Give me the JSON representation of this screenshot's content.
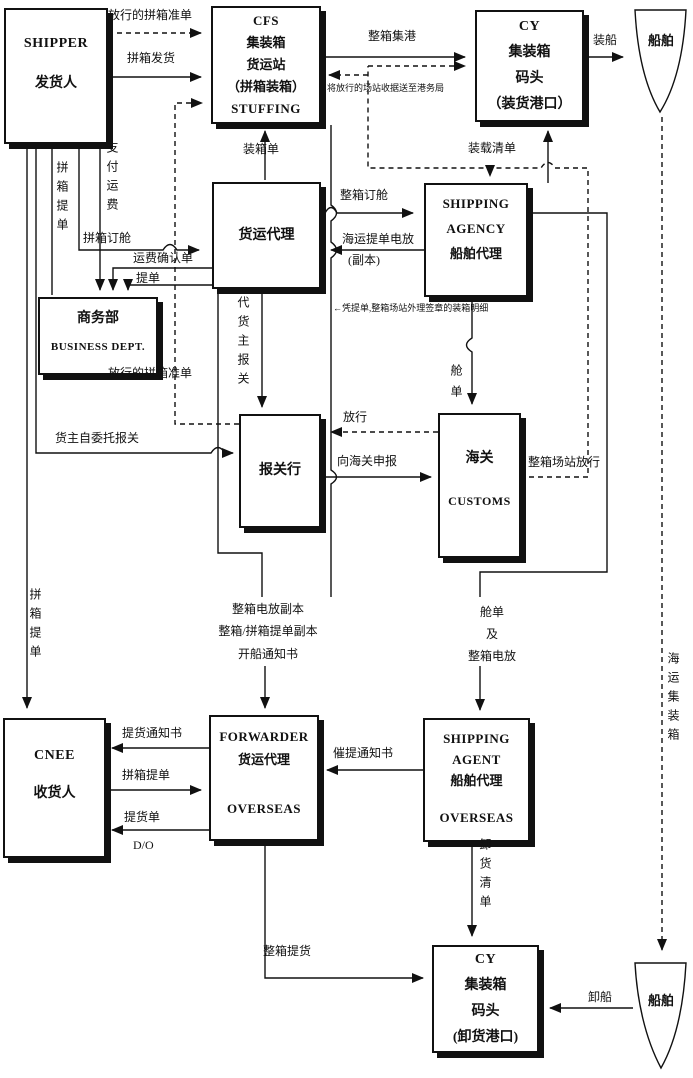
{
  "boxes": {
    "shipper": {
      "l1": "SHIPPER",
      "l2": "发货人"
    },
    "cfs": {
      "l1": "CFS",
      "l2": "集装箱",
      "l3": "货运站",
      "l4": "（拼箱装箱）",
      "l5": "STUFFING"
    },
    "cy_load": {
      "l1": "CY",
      "l2": "集装箱",
      "l3": "码头",
      "l4": "（装货港口）"
    },
    "ship_top": {
      "label": "船舶"
    },
    "freight_forwarder": {
      "l1": "货运代理"
    },
    "shipping_agency": {
      "l1": "SHIPPING",
      "l2": "AGENCY",
      "l3": "船舶代理"
    },
    "business_dept": {
      "l1": "商务部",
      "l2": "BUSINESS DEPT."
    },
    "customs_broker": {
      "l1": "报关行"
    },
    "customs": {
      "l1": "海关",
      "l2": "CUSTOMS"
    },
    "cnee": {
      "l1": "CNEE",
      "l2": "收货人"
    },
    "forwarder_overseas": {
      "l1": "FORWARDER",
      "l2": "货运代理",
      "l3": "OVERSEAS"
    },
    "shipping_agent_overseas": {
      "l1": "SHIPPING",
      "l2": "AGENT",
      "l3": "船舶代理",
      "l4": "OVERSEAS"
    },
    "cy_discharge": {
      "l1": "CY",
      "l2": "集装箱",
      "l3": "码头",
      "l4": "(卸货港口)"
    },
    "ship_bottom": {
      "label": "船舶"
    }
  },
  "labels": {
    "released_lcl_permit": "放行的拼箱准单",
    "lcl_delivery": "拼箱发货",
    "fcl_gather_port": "整箱集港",
    "load_ship": "装船",
    "loading_list": "装载清单",
    "receipt_note": "将放行的场站收据送至港务局",
    "packing_list": "装箱单",
    "lcl_booking": "拼箱订舱",
    "pay_freight": "支付运费",
    "lcl_bl": "拼箱提单",
    "freight_confirmation": "运费确认单",
    "bl": "提单",
    "fcl_booking": "整箱订舱",
    "telex_release_bl": "海运提单电放",
    "copy": "(副本)",
    "stuffing_detail_note": "←凭提单,整箱场站外理签章的装箱明细",
    "customs_on_behalf": "代货主报关",
    "self_entrust": "货主自委托报关",
    "manifest": "舱单",
    "declare_customs": "向海关申报",
    "release": "放行",
    "fcl_station_release": "整箱场站放行",
    "fcl_telex_copy": "整箱电放副本",
    "bl_copies": "整箱/拼箱提单副本",
    "departure_notice": "开船通知书",
    "and_word": "及",
    "fcl_telex": "整箱电放",
    "sea_container": "海运集装箱",
    "pickup_notice": "提货通知书",
    "delivery_order": "提货单",
    "do_abbr": "D/O",
    "urge_pickup_notice": "催提通知书",
    "discharge_list": "卸货清单",
    "fcl_pickup": "整箱提货",
    "discharge_ship": "卸船"
  },
  "colors": {
    "ink": "#111111",
    "paper": "#ffffff"
  }
}
